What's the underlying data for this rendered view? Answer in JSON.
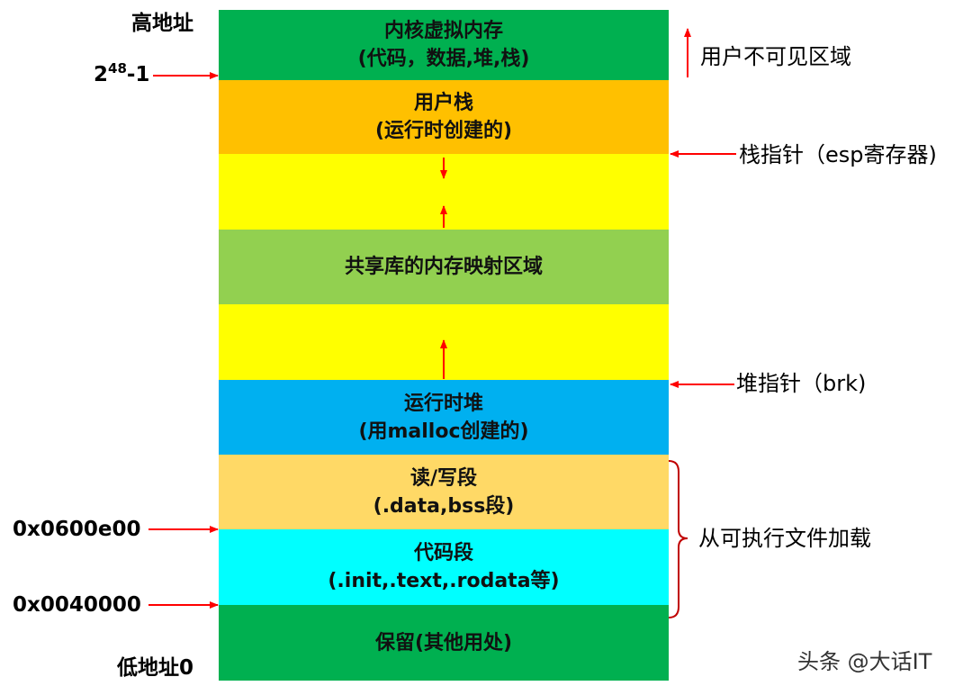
{
  "segments": [
    {
      "id": "kernel",
      "line1": "内核虚拟内存",
      "line2": "(代码，数据,堆,栈)",
      "color": "#00B050"
    },
    {
      "id": "user-stack",
      "line1": "用户栈",
      "line2": "(运行时创建的)",
      "color": "#FFC000"
    },
    {
      "id": "gap-upper",
      "line1": "",
      "line2": "",
      "color": "#FFFF00"
    },
    {
      "id": "shared-lib",
      "line1": "共享库的内存映射区域",
      "line2": "",
      "color": "#92D050"
    },
    {
      "id": "gap-lower",
      "line1": "",
      "line2": "",
      "color": "#FFFF00"
    },
    {
      "id": "heap",
      "line1": "运行时堆",
      "line2": "(用malloc创建的)",
      "color": "#00B0F0"
    },
    {
      "id": "rw-segment",
      "line1": "读/写段",
      "line2": "(.data,bss段)",
      "color": "#FFD966"
    },
    {
      "id": "code-segment",
      "line1": "代码段",
      "line2": "(.init,.text,.rodata等)",
      "color": "#00FFFF"
    },
    {
      "id": "reserved",
      "line1": "保留(其他用处)",
      "line2": "",
      "color": "#00B050"
    }
  ],
  "left_labels": {
    "high_address": "高地址",
    "top_base": "2",
    "top_exp": "48",
    "top_suffix": "-1",
    "addr_rw": "0x0600e00",
    "addr_code": "0x0040000",
    "low_address": "低地址0"
  },
  "right_labels": {
    "user_invisible": "用户不可见区域",
    "stack_pointer": "栈指针（esp寄存器)",
    "heap_pointer": "堆指针（brk)",
    "loaded_from_exe": "从可执行文件加载"
  },
  "watermark": "头条 @大话IT",
  "colors": {
    "arrow": "#FF0000",
    "brace": "#C00000",
    "text": "#000000"
  }
}
